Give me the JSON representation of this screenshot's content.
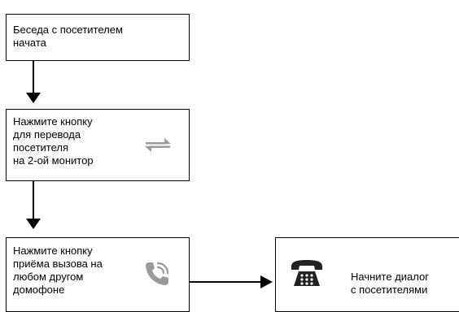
{
  "steps": [
    {
      "text": "Беседа с посетителем\nначата"
    },
    {
      "text": "Нажмите кнопку\nдля перевода\nпосетителя\nна 2-ой монитор",
      "icon": "swap-arrows-icon"
    },
    {
      "text": "Нажмите кнопку\nприёма вызова на\nлюбом другом\nдомофоне",
      "icon": "phone-call-icon"
    },
    {
      "text": "Начните диалог\nс посетителями",
      "icon": "telephone-icon"
    }
  ],
  "colors": {
    "line": "#000000",
    "icon_gray": "#9a9a9a",
    "icon_dark": "#222222"
  }
}
